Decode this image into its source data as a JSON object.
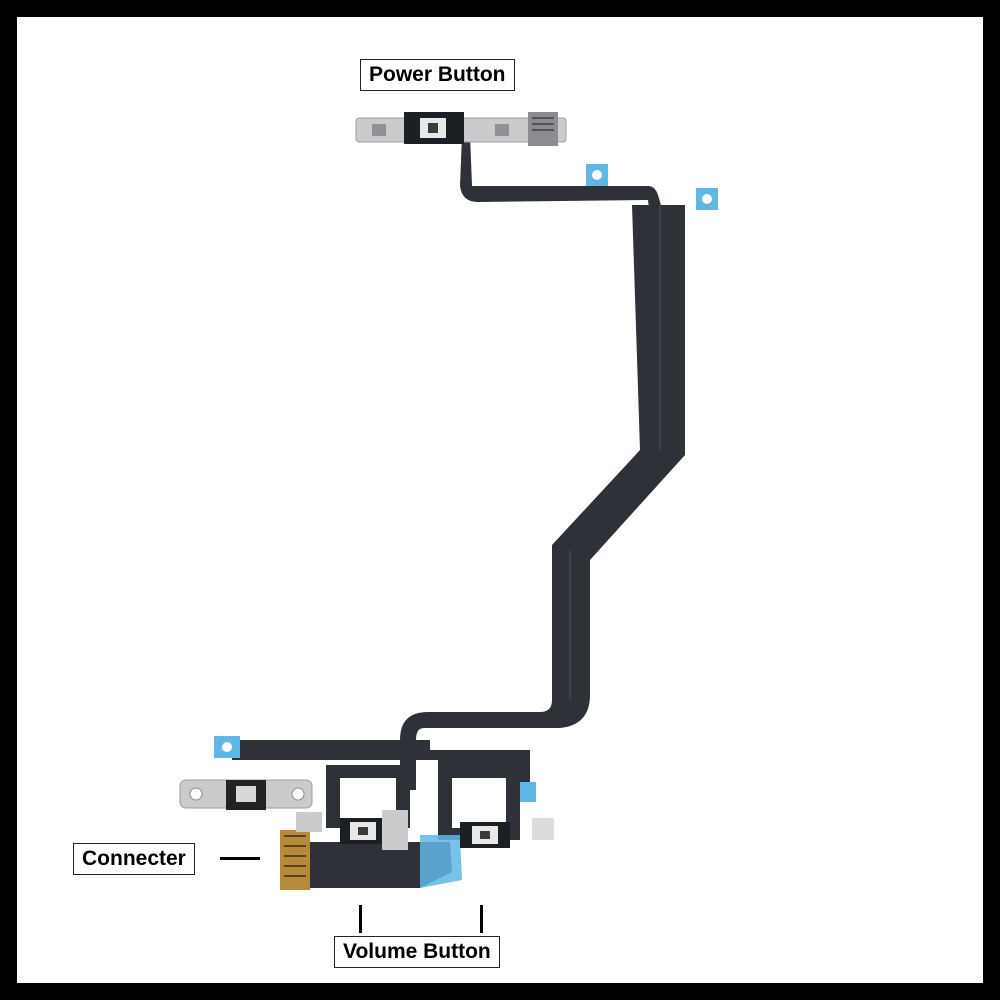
{
  "labels": {
    "power_button": "Power Button",
    "connector": "Connecter",
    "volume_button": "Volume Button"
  },
  "colors": {
    "frame": "#000000",
    "background": "#ffffff",
    "flex_cable": "#2e3238",
    "metal_bracket": "#c9cbcd",
    "adhesive_tab": "#5fb7e6",
    "connector_gold": "#b58a3a"
  }
}
